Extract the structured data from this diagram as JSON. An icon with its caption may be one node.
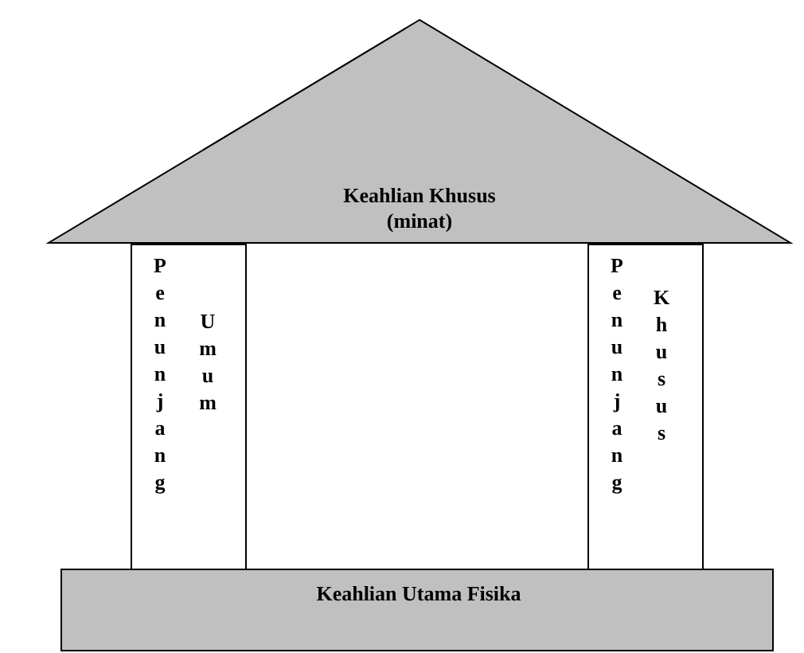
{
  "diagram": {
    "nodes": [
      {
        "text": [
          "Keahlian Khusus (minat)"
        ]
      },
      {
        "text": [
          "Penunjang",
          "Umum"
        ]
      },
      {
        "text": [
          "Penunjang",
          "Khusus"
        ]
      },
      {
        "text": [
          "Keahlian Utama Fisika"
        ]
      }
    ]
  }
}
